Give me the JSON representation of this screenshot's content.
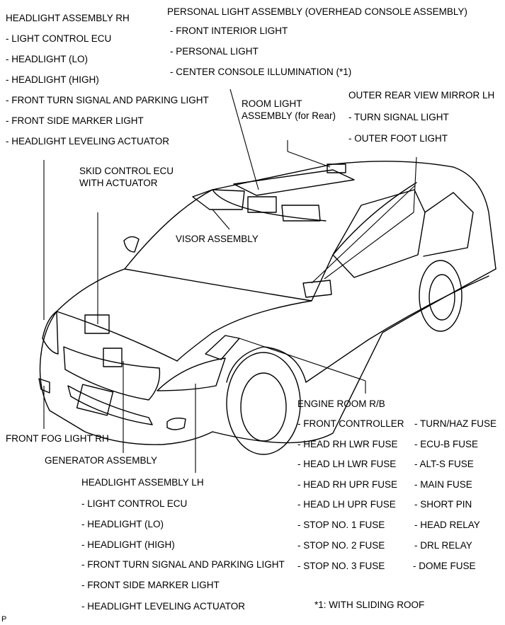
{
  "headlight_rh": {
    "title": "HEADLIGHT ASSEMBLY RH",
    "items": [
      "- LIGHT CONTROL ECU",
      "- HEADLIGHT (LO)",
      "- HEADLIGHT (HIGH)",
      "- FRONT TURN SIGNAL AND PARKING LIGHT",
      "- FRONT SIDE MARKER LIGHT",
      "- HEADLIGHT LEVELING ACTUATOR"
    ]
  },
  "personal_light": {
    "title": "PERSONAL LIGHT ASSEMBLY (OVERHEAD CONSOLE ASSEMBLY)",
    "items": [
      "- FRONT INTERIOR LIGHT",
      "- PERSONAL LIGHT",
      "- CENTER CONSOLE ILLUMINATION (*1)"
    ]
  },
  "room_light": {
    "line1": "ROOM LIGHT",
    "line2": "ASSEMBLY (for Rear)"
  },
  "mirror_lh": {
    "title": "OUTER REAR VIEW MIRROR LH",
    "items": [
      "- TURN SIGNAL LIGHT",
      "- OUTER FOOT LIGHT"
    ]
  },
  "skid_control": {
    "line1": "SKID CONTROL ECU",
    "line2": "WITH ACTUATOR"
  },
  "visor": "VISOR ASSEMBLY",
  "engine_room_rb": {
    "title": "ENGINE ROOM R/B",
    "col1": [
      "- FRONT CONTROLLER",
      "- HEAD RH LWR FUSE",
      "- HEAD LH LWR FUSE",
      "- HEAD RH UPR FUSE",
      "- HEAD LH UPR FUSE",
      "- STOP NO. 1 FUSE",
      "- STOP NO. 2 FUSE",
      "- STOP NO. 3 FUSE"
    ],
    "col2": [
      "- TURN/HAZ FUSE",
      "- ECU-B FUSE",
      "- ALT-S FUSE",
      "- MAIN FUSE",
      "- SHORT PIN",
      "- HEAD RELAY",
      "- DRL RELAY",
      "- DOME FUSE"
    ]
  },
  "fog_light": "FRONT FOG LIGHT RH",
  "generator": "GENERATOR ASSEMBLY",
  "headlight_lh": {
    "title": "HEADLIGHT ASSEMBLY LH",
    "items": [
      "- LIGHT CONTROL ECU",
      "- HEADLIGHT (LO)",
      "- HEADLIGHT (HIGH)",
      "- FRONT TURN SIGNAL AND PARKING LIGHT",
      "- FRONT SIDE MARKER LIGHT",
      "- HEADLIGHT LEVELING ACTUATOR"
    ]
  },
  "footnote": "*1: WITH SLIDING ROOF",
  "corner_mark": "P"
}
